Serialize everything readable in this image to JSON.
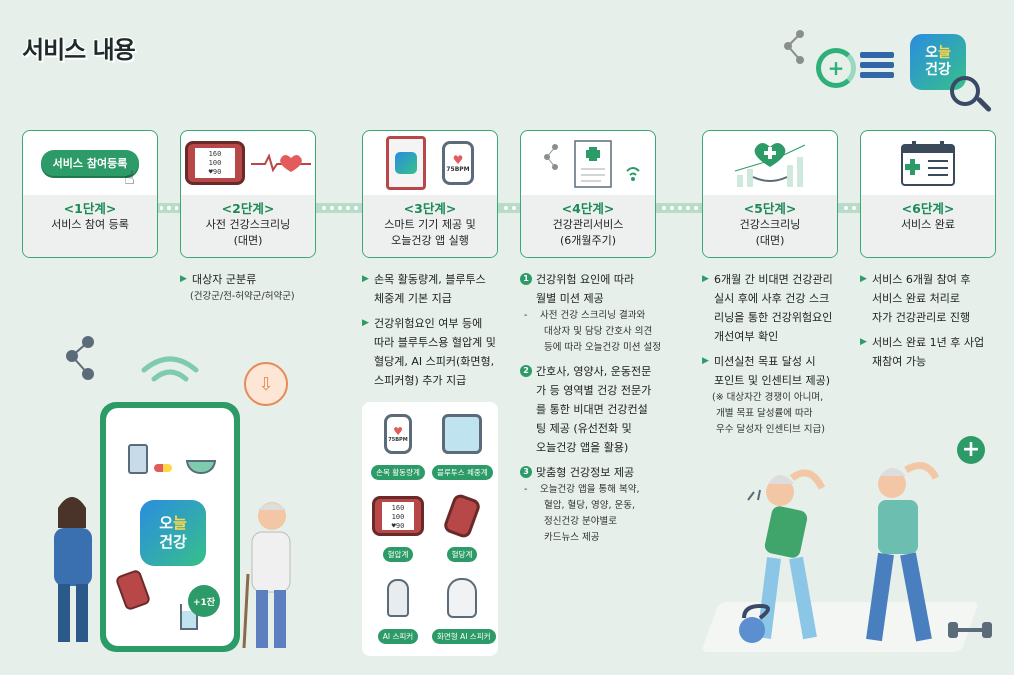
{
  "title": "서비스 내용",
  "app_badge": {
    "line1_a": "오",
    "line1_b": "늘",
    "line2": "건강"
  },
  "steps": [
    {
      "stage": "<1단계>",
      "desc1": "서비스 참여 등록",
      "desc2": "",
      "button": "서비스 참여등록"
    },
    {
      "stage": "<2단계>",
      "desc1": "사전 건강스크리닝",
      "desc2": "(대면)",
      "monitor": "160\n100\n♥90"
    },
    {
      "stage": "<3단계>",
      "desc1": "스마트 기기 제공 및",
      "desc2": "오늘건강 앱 실행",
      "watch": "75BPM"
    },
    {
      "stage": "<4단계>",
      "desc1": "건강관리서비스",
      "desc2": "(6개월주기)"
    },
    {
      "stage": "<5단계>",
      "desc1": "건강스크리닝",
      "desc2": "(대면)"
    },
    {
      "stage": "<6단계>",
      "desc1": "서비스 완료",
      "desc2": ""
    }
  ],
  "step2_notes": {
    "item": "대상자 군분류",
    "sub": "(건강군/전-허약군/허약군)"
  },
  "step3_notes": {
    "item1_l1": "손목 활동량계, 블루투스",
    "item1_l2": "체중계 기본 지급",
    "item2_l1": "건강위험요인 여부 등에",
    "item2_l2": "따라 블루투스용 혈압계 및",
    "item2_l3": "혈당계, AI 스피커(화면형,",
    "item2_l4": "스피커형) 추가 지급"
  },
  "devices": [
    {
      "label": "손목 활동량계",
      "screen": "75BPM"
    },
    {
      "label": "블루투스 체중계"
    },
    {
      "label": "혈압계",
      "screen": "160\n100\n♥90"
    },
    {
      "label": "혈당계"
    },
    {
      "label": "AI 스피커"
    },
    {
      "label": "화면형 AI 스피커"
    }
  ],
  "step4_notes": {
    "n1": "1",
    "item1_l1": "건강위험 요인에 따라",
    "item1_l2": "월별 미션 제공",
    "item1_sub1": "사전 건강 스크리닝 결과와",
    "item1_sub2": "대상자 및 담당 간호사 의견",
    "item1_sub3": "등에 따라 오늘건강 미션 설정",
    "n2": "2",
    "item2_l1": "간호사, 영양사, 운동전문",
    "item2_l2": "가 등 영역별 건강 전문가",
    "item2_l3": "를 통한 비대면 건강컨설",
    "item2_l4": "팅 제공 (유선전화 및",
    "item2_l5": "오늘건강 앱을 활용)",
    "n3": "3",
    "item3_l1": "맞춤형 건강정보 제공",
    "item3_sub1": "오늘건강 앱을 통해 복약,",
    "item3_sub2": "혈압, 혈당, 영양, 운동,",
    "item3_sub3": "정신건강 분야별로",
    "item3_sub4": "카드뉴스 제공"
  },
  "step5_notes": {
    "item1_l1": "6개월 간 비대면 건강관리",
    "item1_l2": "실시 후에 사후 건강 스크",
    "item1_l3": "리닝을 통한 건강위험요인",
    "item1_l4": "개선여부 확인",
    "item2_l1": "미션실천 목표 달성 시",
    "item2_l2": "포인트 및 인센티브 제공)",
    "sub1": "(※ 대상자간 경쟁이 아니며,",
    "sub2": "개별 목표 달성률에 따라",
    "sub3": "우수 달성자 인센티브 지급)"
  },
  "step6_notes": {
    "item1_l1": "서비스 6개월 참여 후",
    "item1_l2": "서비스 완료 처리로",
    "item1_l3": "자가 건강관리로 진행",
    "item2_l1": "서비스 완료 1년 후 사업",
    "item2_l2": "재참여 가능"
  },
  "phone": {
    "app_a": "오",
    "app_b": "늘",
    "app_line2": "건강",
    "plus": "+1잔"
  },
  "colors": {
    "accent": "#2d9b68",
    "background": "#e6efe9",
    "border": "#3aa776"
  }
}
